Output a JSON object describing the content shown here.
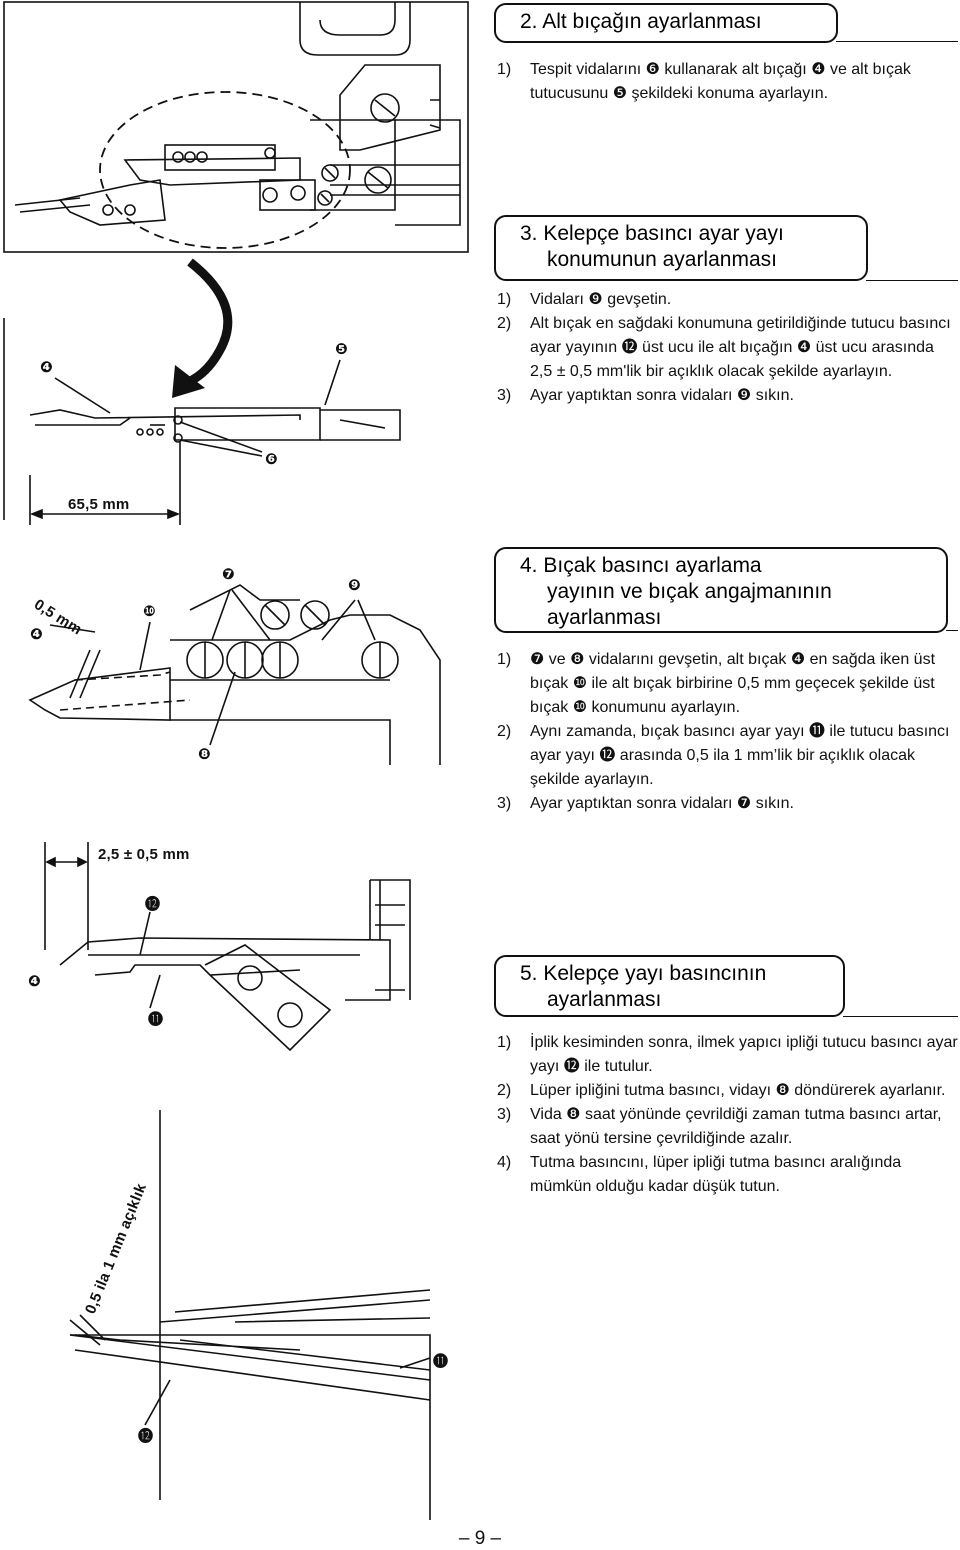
{
  "sections": [
    {
      "heading": [
        "2. Alt bıçağın ayarlanması"
      ],
      "steps": [
        {
          "n": "1)",
          "text": "Tespit vidalarını ❻ kullanarak alt bıçağı ❹ ve alt bıçak tutucusunu ❺ şekildeki konuma ayarlayın."
        }
      ]
    },
    {
      "heading": [
        "3. Kelepçe basıncı ayar yayı",
        "konumunun ayarlanması"
      ],
      "steps": [
        {
          "n": "1)",
          "text": "Vidaları ❾ gevşetin."
        },
        {
          "n": "2)",
          "text": "Alt bıçak en sağdaki konumuna getirildiğinde tutucu basıncı ayar yayının ⓬ üst ucu ile alt bıçağın ❹ üst ucu arasında 2,5 ± 0,5 mm'lik bir açıklık olacak şekilde ayarlayın."
        },
        {
          "n": "3)",
          "text": "Ayar yaptıktan sonra vidaları ❾ sıkın."
        }
      ]
    },
    {
      "heading": [
        "4. Bıçak basıncı ayarlama",
        "yayının ve bıçak angajmanının",
        "ayarlanması"
      ],
      "steps": [
        {
          "n": "1)",
          "text": "❼ ve ❽ vidalarını gevşetin, alt bıçak ❹ en sağda iken üst bıçak ❿ ile alt bıçak birbirine 0,5 mm geçecek şekilde üst bıçak ❿ konumunu ayarlayın."
        },
        {
          "n": "2)",
          "text": "Aynı zamanda, bıçak basıncı ayar yayı ⓫ ile tutucu basıncı ayar yayı ⓬ arasında 0,5 ila 1 mm’lik bir açıklık olacak şekilde ayarlayın."
        },
        {
          "n": "3)",
          "text": "Ayar yaptıktan sonra vidaları ❼ sıkın."
        }
      ]
    },
    {
      "heading": [
        "5. Kelepçe yayı basıncının",
        "ayarlanması"
      ],
      "steps": [
        {
          "n": "1)",
          "text": "İplik kesiminden sonra, ilmek yapıcı ipliği tutucu basıncı ayar yayı ⓬ ile tutulur."
        },
        {
          "n": "2)",
          "text": "Lüper ipliğini tutma basıncı, vidayı ❽ döndürerek ayarlanır."
        },
        {
          "n": "3)",
          "text": "Vida ❽ saat yönünde çevrildiği zaman tutma basıncı artar, saat yönü tersine çevrildiğinde azalır."
        },
        {
          "n": "4)",
          "text": "Tutma basıncını, lüper ipliği tutma basıncı aralığında mümkün olduğu kadar düşük tutun."
        }
      ]
    }
  ],
  "figure": {
    "dimensions": {
      "d1": "65,5 mm",
      "d2": "0,5 mm",
      "d3": "2,5 ± 0,5 mm",
      "d4": "0,5 ila 1 mm açıklık"
    },
    "callouts": {
      "c4": "❹",
      "c5": "❺",
      "c6": "❻",
      "c7": "❼",
      "c8": "❽",
      "c9": "❾",
      "c10": "❿",
      "c11": "⓫",
      "c12": "⓬"
    }
  },
  "page_number": "– 9 –"
}
